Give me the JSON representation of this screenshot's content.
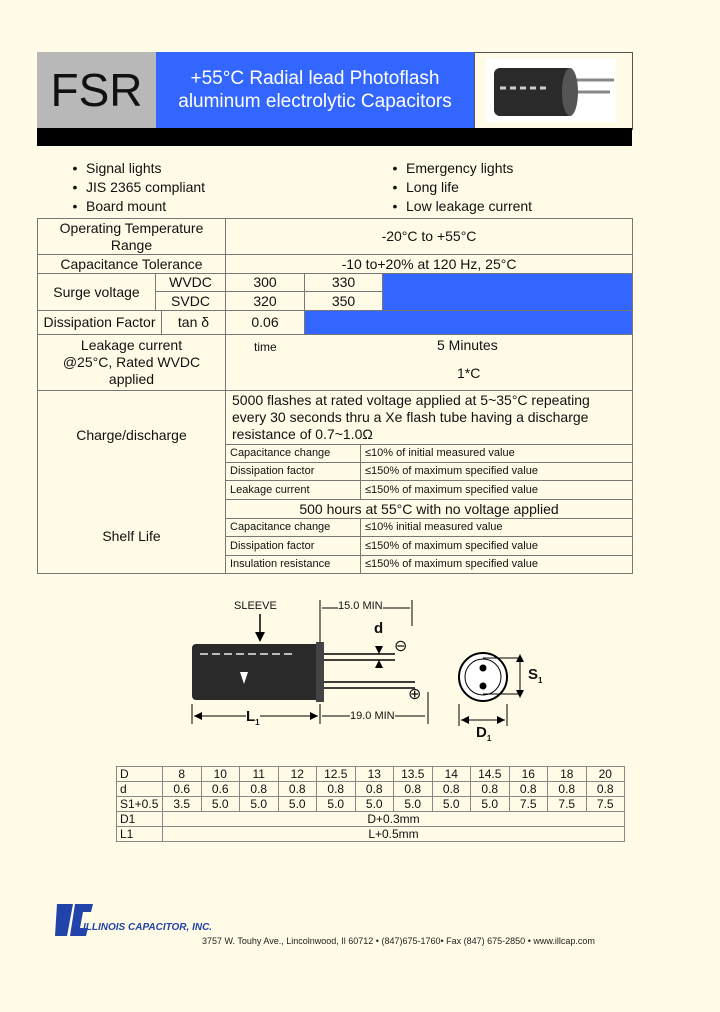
{
  "header": {
    "code": "FSR",
    "title_line1": "+55°C Radial lead Photoflash",
    "title_line2": "aluminum electrolytic Capacitors"
  },
  "features_left": [
    "Signal lights",
    "JIS 2365 compliant",
    "Board mount"
  ],
  "features_right": [
    "Emergency lights",
    "Long life",
    "Low leakage current"
  ],
  "specs": {
    "op_temp_label": "Operating Temperature Range",
    "op_temp_value": "-20°C to +55°C",
    "cap_tol_label": "Capacitance Tolerance",
    "cap_tol_value": "-10 to+20% at 120 Hz, 25°C",
    "surge_label": "Surge voltage",
    "wvdc_label": "WVDC",
    "wvdc_values": [
      "300",
      "330"
    ],
    "svdc_label": "SVDC",
    "svdc_values": [
      "320",
      "350"
    ],
    "df_label": "Dissipation Factor",
    "df_sub": "tan δ",
    "df_value": "0.06",
    "leak_label_1": "Leakage current",
    "leak_label_2": "@25°C, Rated WVDC",
    "leak_label_3": "applied",
    "leak_time_label": "time",
    "leak_time_value": "5 Minutes",
    "leak_i_value": "1*C",
    "charge_label": "Charge/discharge",
    "charge_desc_1": "5000 flashes at rated voltage applied at  5~35°C repeating",
    "charge_desc_2": "every 30 seconds thru a Xe flash tube having a discharge",
    "charge_desc_3": "resistance of 0.7~1.0Ω",
    "charge_rows": [
      {
        "param": "Capacitance change",
        "limit": "≤10% of initial measured value"
      },
      {
        "param": "Dissipation factor",
        "limit": "≤150% of maximum specified value"
      },
      {
        "param": "Leakage current",
        "limit": "≤150% of maximum specified value"
      }
    ],
    "shelf_label": "Shelf Life",
    "shelf_desc": "500 hours at 55°C with no voltage applied",
    "shelf_rows": [
      {
        "param": "Capacitance change",
        "limit": "≤10% initial measured value"
      },
      {
        "param": "Dissipation factor",
        "limit": "≤150% of maximum specified value"
      },
      {
        "param": "Insulation resistance",
        "limit": "≤150% of maximum specified value"
      }
    ]
  },
  "drawing": {
    "sleeve": "SLEEVE",
    "lead_top": "15.0 MIN",
    "lead_bottom": "19.0 MIN",
    "d_label": "d",
    "l1_label": "L",
    "l1_sub": "1",
    "d1_label": "D",
    "d1_sub": "1",
    "s1_label": "S",
    "s1_sub": "1",
    "minus": "⊖",
    "plus": "⊕"
  },
  "dims": {
    "rows": [
      {
        "label": "D",
        "values": [
          "8",
          "10",
          "11",
          "12",
          "12.5",
          "13",
          "13.5",
          "14",
          "14.5",
          "16",
          "18",
          "20"
        ]
      },
      {
        "label": "d",
        "values": [
          "0.6",
          "0.6",
          "0.8",
          "0.8",
          "0.8",
          "0.8",
          "0.8",
          "0.8",
          "0.8",
          "0.8",
          "0.8",
          "0.8"
        ]
      },
      {
        "label": "S1+0.5",
        "values": [
          "3.5",
          "5.0",
          "5.0",
          "5.0",
          "5.0",
          "5.0",
          "5.0",
          "5.0",
          "5.0",
          "7.5",
          "7.5",
          "7.5"
        ]
      }
    ],
    "d1_label": "D1",
    "d1_value": "D+0.3mm",
    "l1_label": "L1",
    "l1_value": "L+0.5mm"
  },
  "footer": {
    "company": "ILLINOIS CAPACITOR, INC.",
    "address": "3757 W. Touhy Ave., Lincolnwood, Il 60712 • (847)675-1760• Fax (847) 675-2850 • www.illcap.com"
  },
  "colors": {
    "accent": "#3366ff",
    "header_gray": "#b8b8b8",
    "page_bg": "#fffbe6"
  }
}
